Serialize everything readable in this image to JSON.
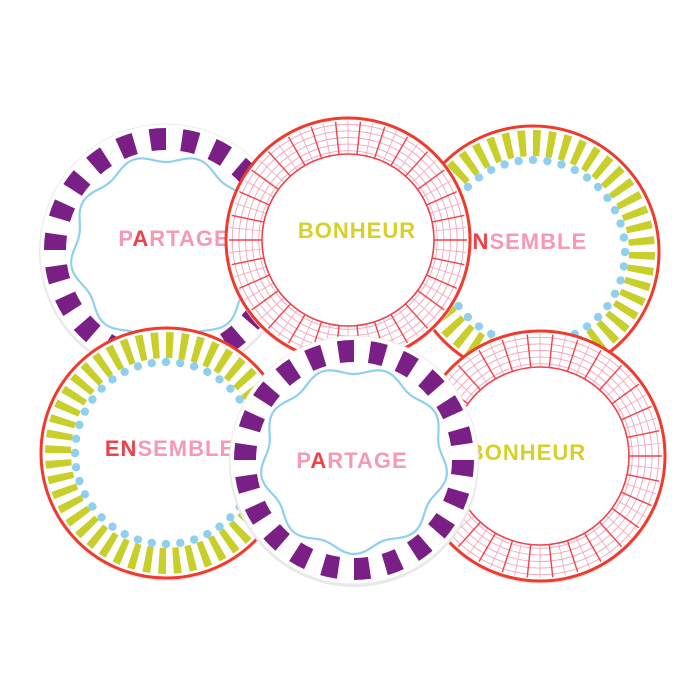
{
  "image": {
    "subject": "Set of six decorative dessert plates",
    "background_color": "#ffffff"
  },
  "colors": {
    "purple": "#7a1f86",
    "sky_blue": "#8fd0ee",
    "coral_red": "#f1414b",
    "rim_red": "#f03a2e",
    "pink": "#f4a3b9",
    "lime": "#c9cf2a",
    "word_yellow": "#d7d02b",
    "word_pink": "#f59ab2",
    "word_red": "#ee4046"
  },
  "plates": [
    {
      "name": "plate-partage-top",
      "style": "stripes-purple",
      "word": {
        "full": "PARTAGE",
        "lead": "P",
        "accent": "A",
        "mid": "R",
        "rest": "TAGE"
      }
    },
    {
      "name": "plate-bonheur-top",
      "style": "grid-red",
      "word": {
        "full": "BONHEUR",
        "lead": "BON",
        "accent": "HEUR"
      }
    },
    {
      "name": "plate-ensemble-top",
      "style": "stripes-lime",
      "word": {
        "full": "ENSEMBLE",
        "lead": "EN",
        "accent": "SEMBLE"
      }
    },
    {
      "name": "plate-ensemble-bottom",
      "style": "stripes-lime",
      "word": {
        "full": "ENSEMBLE",
        "lead": "EN",
        "accent": "SEMBLE"
      }
    },
    {
      "name": "plate-partage-bottom",
      "style": "stripes-purple",
      "word": {
        "full": "PARTAGE",
        "lead": "P",
        "accent": "A",
        "mid": "R",
        "rest": "TAGE"
      }
    },
    {
      "name": "plate-bonheur-bottom",
      "style": "grid-red",
      "word": {
        "full": "BONHEUR",
        "lead": "BON",
        "accent": "HEUR"
      }
    }
  ]
}
